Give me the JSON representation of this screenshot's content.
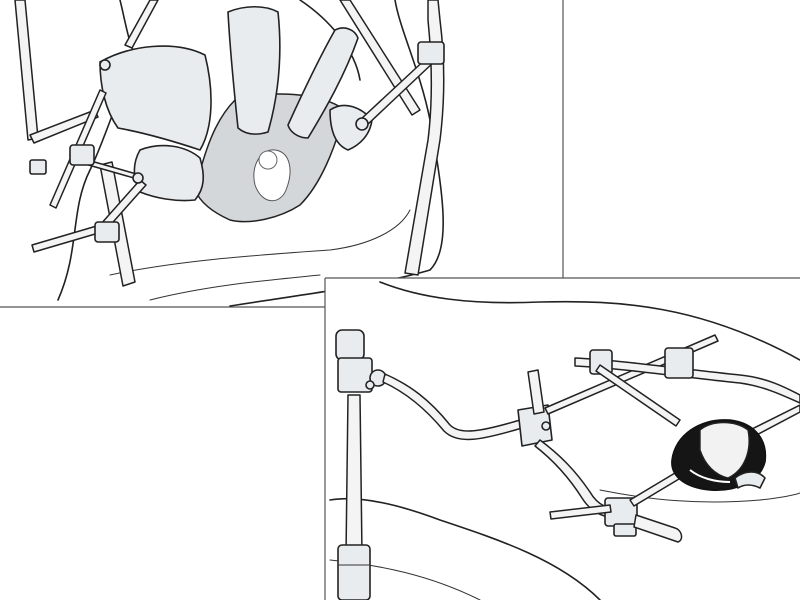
{
  "figure": {
    "panels": [
      {
        "id": "top-left",
        "view": "retractor-frontal-view"
      },
      {
        "id": "bottom-right",
        "view": "retractor-side-view"
      }
    ],
    "colors": {
      "line": "#222222",
      "metal": "#e9ecef",
      "dark": "#151515",
      "background": "#ffffff"
    }
  }
}
